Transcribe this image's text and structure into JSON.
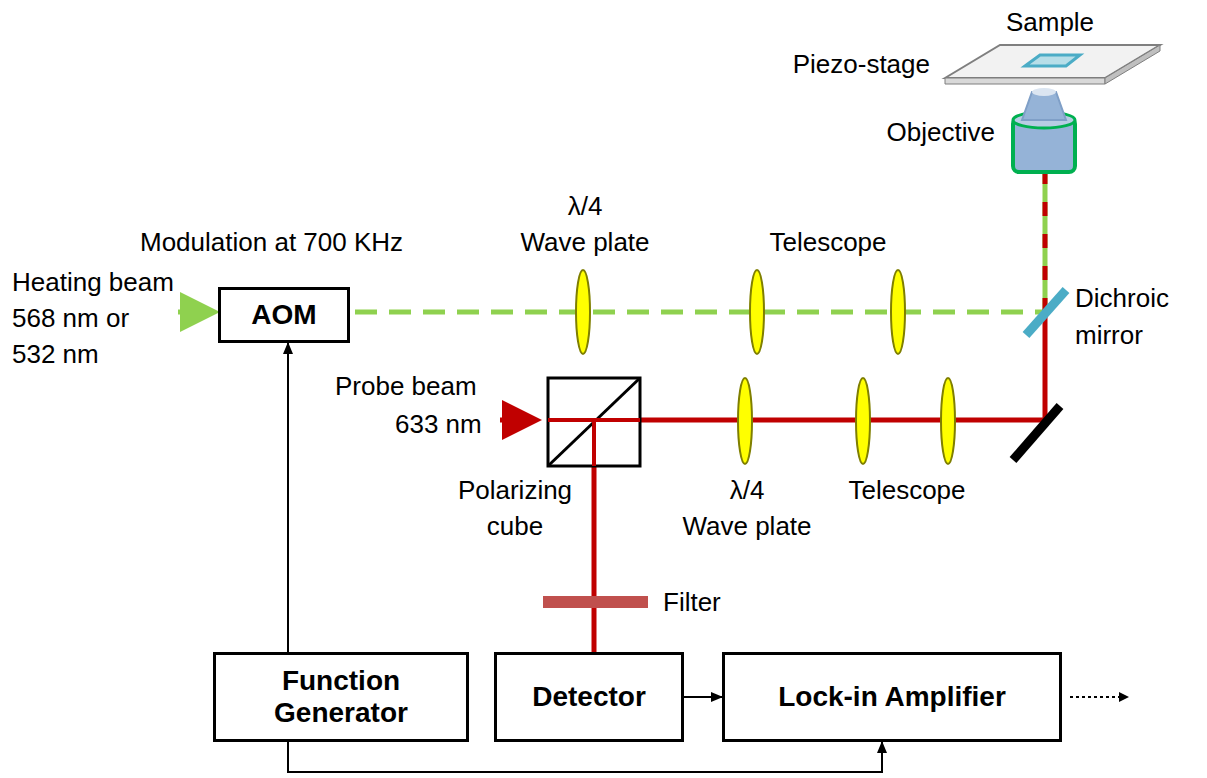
{
  "diagram": {
    "nodes": [
      {
        "text": [
          "AOM"
        ]
      },
      {
        "text": [
          "Function Generator"
        ]
      },
      {
        "text": [
          "Detector"
        ]
      },
      {
        "text": [
          "Lock-in Amplifier"
        ]
      }
    ],
    "edges": [
      {
        "from": 1,
        "to": 0,
        "arrow": "to"
      },
      {
        "from": 2,
        "to": 3,
        "arrow": "to"
      },
      {
        "from": 1,
        "to": 3,
        "arrow": "to"
      }
    ],
    "labels": [
      "Sample",
      "Piezo-stage",
      "Objective",
      "λ/4",
      "Wave plate",
      "Telescope",
      "Modulation at 700 KHz",
      "Heating beam",
      "568 nm or",
      "532 nm",
      "Dichroic",
      "mirror",
      "Probe beam",
      "633 nm",
      "Polarizing",
      "cube",
      "λ/4",
      "Wave plate",
      "Telescope",
      "Filter"
    ]
  }
}
